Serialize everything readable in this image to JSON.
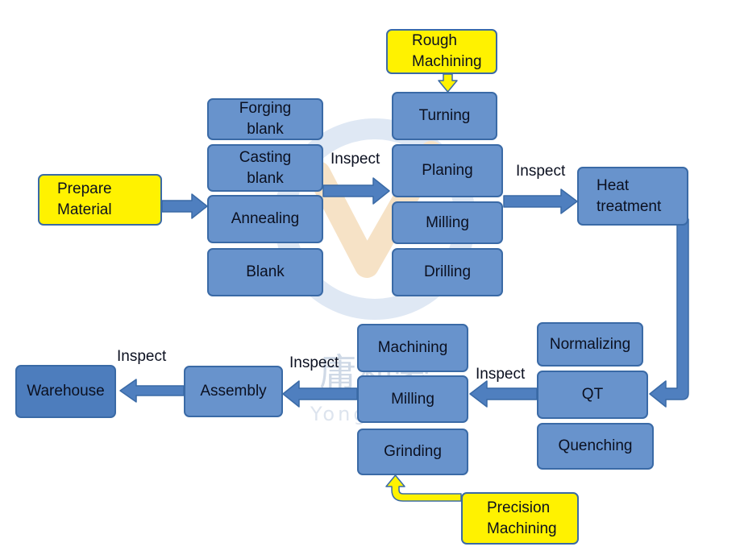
{
  "watermark": {
    "cn": "庸利豪",
    "latin": "YongLiHao"
  },
  "colors": {
    "box_fill": "#5b88c5",
    "box_border": "#3a6aa6",
    "highlight": "#fff200",
    "arrow": "#4f7fbf"
  },
  "nodes": {
    "prepare": "Prepare\nMaterial",
    "forging": "Forging\nblank",
    "casting": "Casting\nblank",
    "annealing": "Annealing",
    "blank": "Blank",
    "rough": "Rough\nMachining",
    "turning": "Turning",
    "planing": "Planing",
    "milling1": "Milling",
    "drilling": "Drilling",
    "heat": "Heat\ntreatment",
    "normalizing": "Normalizing",
    "qt": "QT",
    "quenching": "Quenching",
    "machining": "Machining",
    "milling2": "Milling",
    "grinding": "Grinding",
    "precision": "Precision\nMachining",
    "assembly": "Assembly",
    "warehouse": "Warehouse"
  },
  "edge_labels": {
    "inspect1": "Inspect",
    "inspect2": "Inspect",
    "inspect3": "Inspect",
    "inspect4": "Inspect",
    "inspect5": "Inspect"
  }
}
